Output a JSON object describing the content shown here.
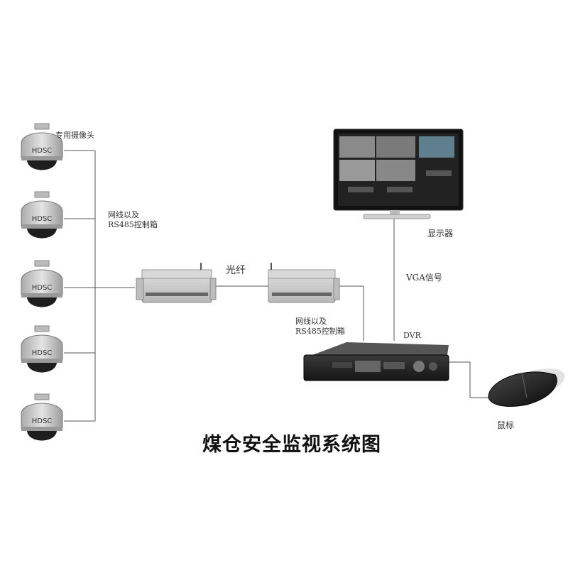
{
  "title": "煤仓安全监视系统图",
  "labels": {
    "camera": "专用摄像头",
    "cable_left_line1": "网线以及",
    "cable_left_line2": "RS485控制箱",
    "fiber": "光纤",
    "cable_right_line1": "网线以及",
    "cable_right_line2": "RS485控制箱",
    "monitor": "显示器",
    "vga": "VGA信号",
    "dvr": "DVR",
    "mouse": "鼠标"
  },
  "cameras": [
    {
      "brand": "HDSC"
    },
    {
      "brand": "HDSC"
    },
    {
      "brand": "HDSC"
    },
    {
      "brand": "HDSC"
    },
    {
      "brand": "HDSC"
    }
  ],
  "colors": {
    "line": "#555555",
    "device_body": "#c9c9c9",
    "dvr_body": "#2a2a2a",
    "screen": "#1a1a1a"
  }
}
